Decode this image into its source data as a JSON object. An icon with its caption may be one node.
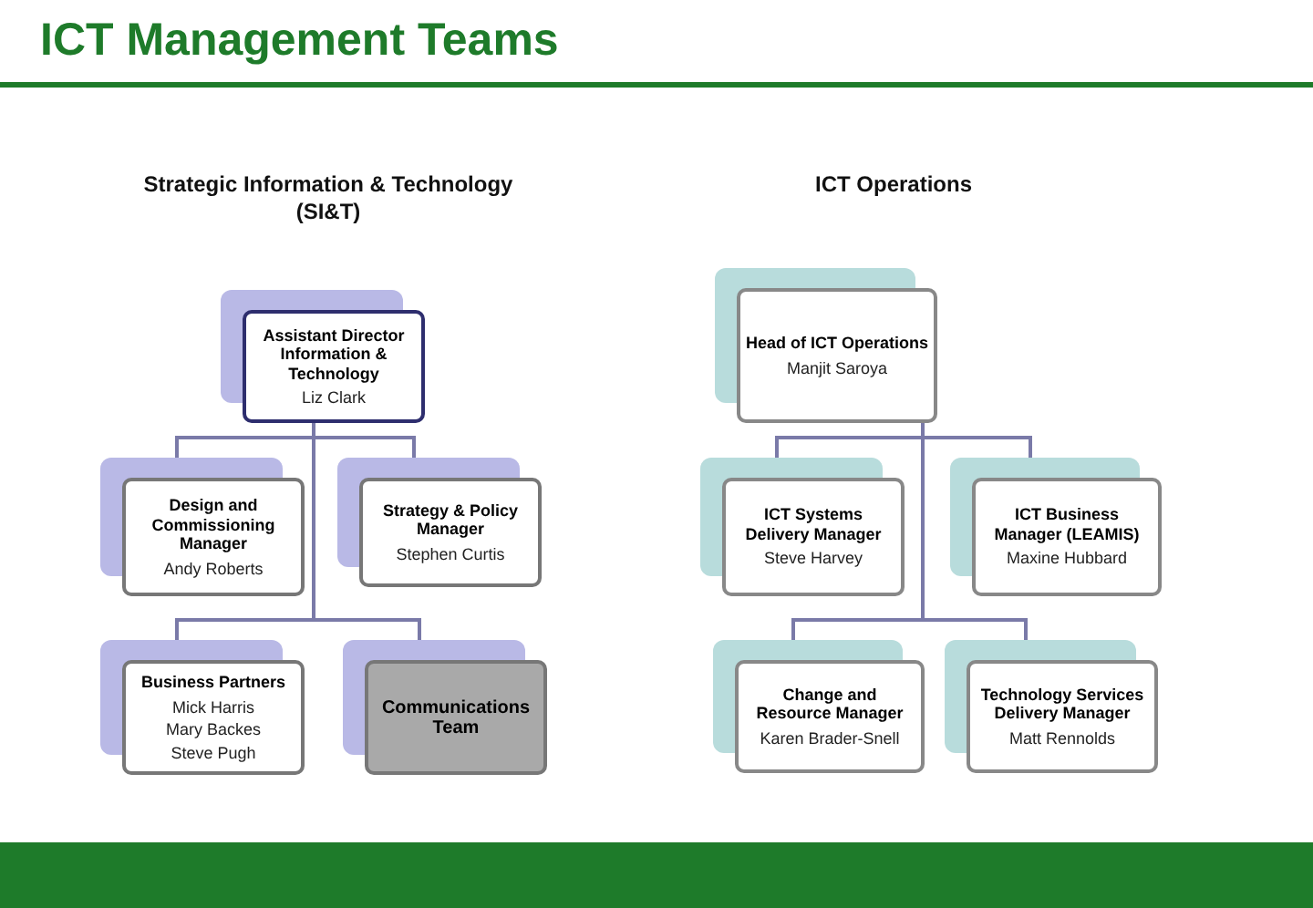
{
  "diagram": {
    "title": "ICT Management Teams",
    "nodes": [
      {
        "text": [
          "Assistant Director Information & Technology",
          "Liz Clark"
        ]
      },
      {
        "text": [
          "Design and Commissioning Manager",
          "Andy Roberts"
        ]
      },
      {
        "text": [
          "Strategy & Policy Manager",
          "Stephen Curtis"
        ]
      },
      {
        "text": [
          "Business Partners",
          "Mick Harris",
          "Mary Backes",
          "Steve Pugh"
        ]
      },
      {
        "text": [
          "Communications Team"
        ]
      },
      {
        "text": [
          "Head of ICT Operations",
          "Manjit Saroya"
        ]
      },
      {
        "text": [
          "ICT Systems Delivery Manager",
          "Steve Harvey"
        ]
      },
      {
        "text": [
          "ICT Business Manager (LEAMIS)",
          "Maxine Hubbard"
        ]
      },
      {
        "text": [
          "Change and Resource Manager",
          "Karen Brader-Snell"
        ]
      },
      {
        "text": [
          "Technology Services Delivery Manager",
          "Matt Rennolds"
        ]
      }
    ],
    "edges": [
      {
        "from": 0,
        "to": 1,
        "arrow": "none"
      },
      {
        "from": 0,
        "to": 2,
        "arrow": "none"
      },
      {
        "from": 0,
        "to": 3,
        "arrow": "none"
      },
      {
        "from": 0,
        "to": 4,
        "arrow": "none"
      },
      {
        "from": 5,
        "to": 6,
        "arrow": "none"
      },
      {
        "from": 5,
        "to": 7,
        "arrow": "none"
      },
      {
        "from": 5,
        "to": 8,
        "arrow": "none"
      },
      {
        "from": 5,
        "to": 9,
        "arrow": "none"
      }
    ],
    "labels": [
      "Strategic Information & Technology (SI&T)",
      "ICT Operations"
    ]
  }
}
